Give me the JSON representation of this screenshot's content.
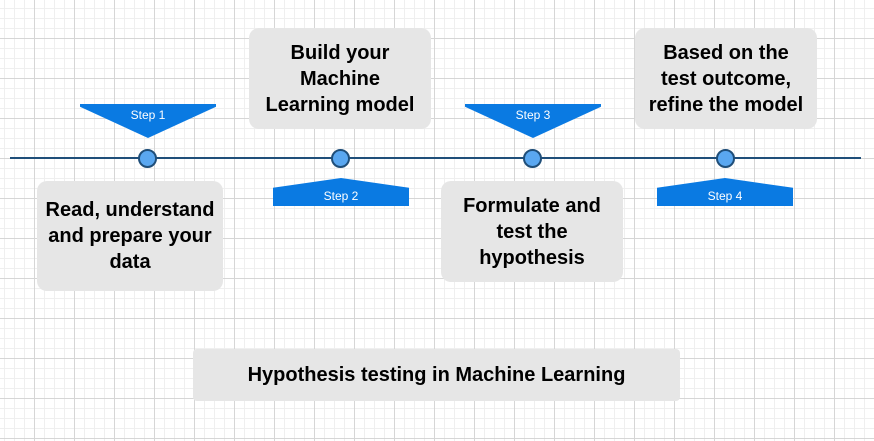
{
  "steps": [
    {
      "label": "Step 1",
      "text": "Read, understand and prepare your data"
    },
    {
      "label": "Step 2",
      "text": "Build your Machine Learning model"
    },
    {
      "label": "Step 3",
      "text": "Formulate and test the hypothesis"
    },
    {
      "label": "Step 4",
      "text": "Based on the test outcome, refine the model"
    }
  ],
  "caption": "Hypothesis testing in Machine Learning",
  "colors": {
    "flag": "#0a7ae2",
    "node_fill": "#5aa7f0",
    "line": "#1f4e79",
    "box": "#e6e6e6"
  }
}
